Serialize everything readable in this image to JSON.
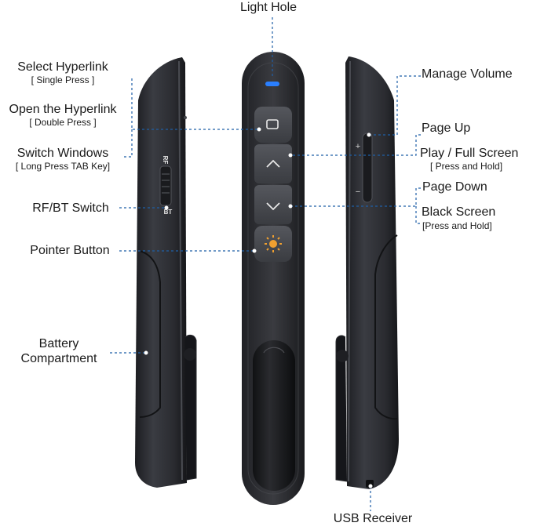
{
  "callouts": {
    "light_hole": "Light Hole",
    "select_hyperlink": "Select Hyperlink",
    "select_hyperlink_hint": "[ Single Press ]",
    "open_hyperlink": "Open the Hyperlink",
    "open_hyperlink_hint": "[ Double Press ]",
    "switch_windows": "Switch Windows",
    "switch_windows_hint": "[ Long Press TAB Key]",
    "rf_bt_switch": "RF/BT Switch",
    "pointer_button": "Pointer Button",
    "battery_compartment_line1": "Battery",
    "battery_compartment_line2": "Compartment",
    "manage_volume": "Manage Volume",
    "page_up": "Page Up",
    "play_full_screen": "Play / Full Screen",
    "play_full_screen_hint": "[ Press and Hold]",
    "page_down": "Page Down",
    "black_screen": "Black Screen",
    "black_screen_hint": "[Press and Hold]",
    "usb_receiver": "USB Receiver"
  },
  "device_markings": {
    "switch_rf": "RF",
    "switch_bt": "BT",
    "volume_plus": "+",
    "volume_minus": "−"
  },
  "colors": {
    "body_dark": "#2a2c30",
    "indicator_blue": "#2a7fff",
    "pointer_orange": "#f0a030",
    "leader_line": "#1f5fa6"
  }
}
